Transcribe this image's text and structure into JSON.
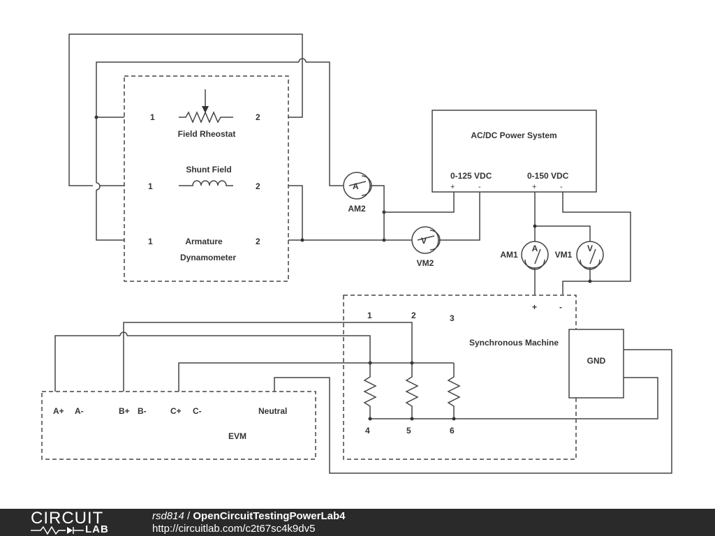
{
  "dynamometer": {
    "title": "Dynamometer",
    "field_rheostat": {
      "label": "Field Rheostat",
      "pin1": "1",
      "pin2": "2"
    },
    "shunt_field": {
      "label": "Shunt Field",
      "pin1": "1",
      "pin2": "2"
    },
    "armature": {
      "label": "Armature",
      "pin1": "1",
      "pin2": "2"
    }
  },
  "power_system": {
    "title": "AC/DC Power System",
    "dc125": {
      "label": "0-125 VDC",
      "plus": "+",
      "minus": "-"
    },
    "dc150": {
      "label": "0-150 VDC",
      "plus": "+",
      "minus": "-"
    }
  },
  "meters": {
    "am2": {
      "label": "AM2",
      "symbol": "A"
    },
    "vm2": {
      "label": "VM2",
      "symbol": "V"
    },
    "am1": {
      "label": "AM1",
      "symbol": "A"
    },
    "vm1": {
      "label": "VM1",
      "symbol": "V"
    }
  },
  "sync_machine": {
    "title": "Synchronous Machine",
    "terminals_top": [
      "1",
      "2",
      "3"
    ],
    "terminals_bottom": [
      "4",
      "5",
      "6"
    ],
    "plus": "+",
    "minus": "-"
  },
  "gnd": {
    "label": "GND"
  },
  "evm": {
    "title": "EVM",
    "a_plus": "A+",
    "a_minus": "A-",
    "b_plus": "B+",
    "b_minus": "B-",
    "c_plus": "C+",
    "c_minus": "C-",
    "neutral": "Neutral"
  },
  "footer": {
    "logo_top": "CIRCUIT",
    "logo_bottom": "LAB",
    "user": "rsd814",
    "separator": " / ",
    "project": "OpenCircuitTestingPowerLab4",
    "url": "http://circuitlab.com/c2t67sc4k9dv5"
  },
  "colors": {
    "wire": "#444444",
    "footer_bg": "#2a2a2a",
    "text": "#333333"
  }
}
